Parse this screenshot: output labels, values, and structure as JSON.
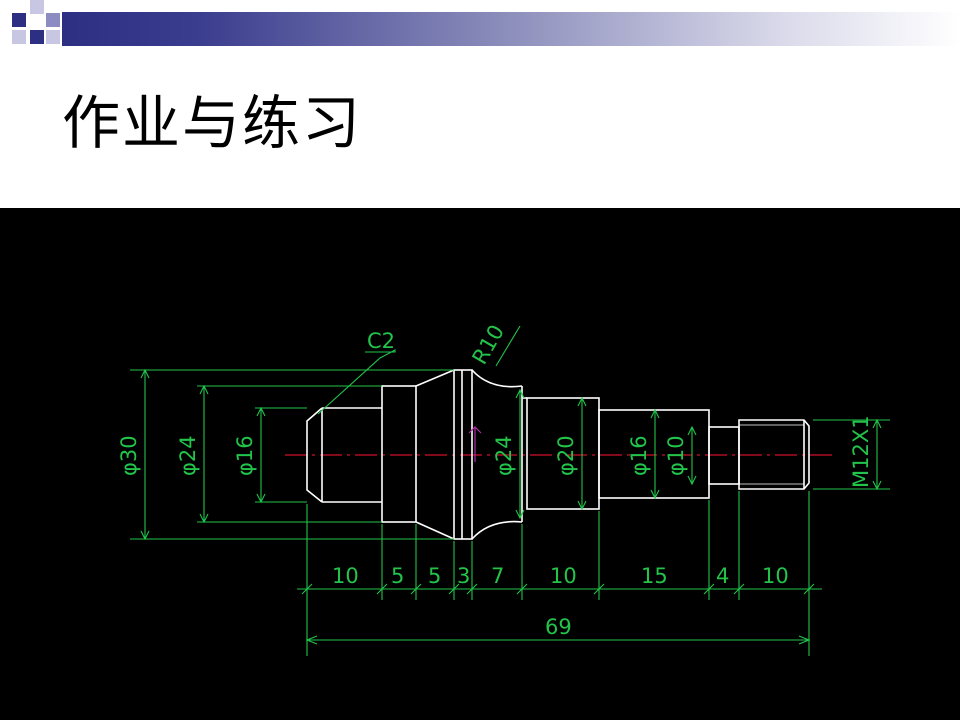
{
  "slide": {
    "title": "作业与练习"
  },
  "colors": {
    "outline": "#ffffff",
    "dimension": "#22c44a",
    "centerline": "#d0102a",
    "marker": "#b02aa6",
    "background": "#000000",
    "header_accent": "#2d2f83"
  },
  "drawing": {
    "leaders": {
      "chamfer": "C2",
      "radius": "R10"
    },
    "diameters": {
      "d30": "φ30",
      "d24_left": "φ24",
      "d16_left": "φ16",
      "d24_center": "φ24",
      "d20": "φ20",
      "d16_right": "φ16",
      "d10": "φ10",
      "thread": "M12X1"
    },
    "lengths": [
      "10",
      "5",
      "5",
      "3",
      "7",
      "10",
      "15",
      "4",
      "10"
    ],
    "total_length": "69"
  }
}
